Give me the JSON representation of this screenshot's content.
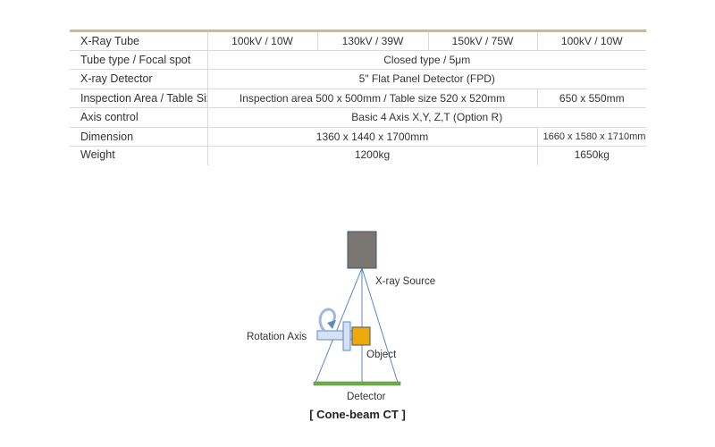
{
  "table": {
    "rows": [
      {
        "label": "X-Ray Tube",
        "cells": [
          "100kV / 10W",
          "130kV / 39W",
          "150kV / 75W",
          "100kV / 10W"
        ]
      },
      {
        "label": "Tube type / Focal spot",
        "cells": [
          "Closed type / 5μm"
        ]
      },
      {
        "label": "X-ray Detector",
        "cells": [
          "5\" Flat Panel Detector (FPD)"
        ]
      },
      {
        "label": "Inspection Area / Table Size",
        "cells": [
          "Inspection area 500 x 500mm / Table size 520 x 520mm",
          "650 x 550mm"
        ]
      },
      {
        "label": "Axis control",
        "cells": [
          "Basic 4 Axis X,Y, Z,T (Option R)"
        ]
      },
      {
        "label": "Dimension",
        "cells": [
          "1360 x 1440 x 1700mm",
          "1660 x 1580 x 1710mm"
        ]
      },
      {
        "label": "Weight",
        "cells": [
          "1200kg",
          "1650kg"
        ]
      }
    ]
  },
  "diagram": {
    "source_label": "X-ray Source",
    "rotation_label": "Rotation Axis",
    "object_label": "Object",
    "detector_label": "Detector",
    "caption": "[ Cone-beam CT ]",
    "colors": {
      "source": "#7a7672",
      "object": "#f0a90c",
      "detector": "#70ad47",
      "beam": "#5b8ac6",
      "axis": "#9db8de"
    }
  }
}
